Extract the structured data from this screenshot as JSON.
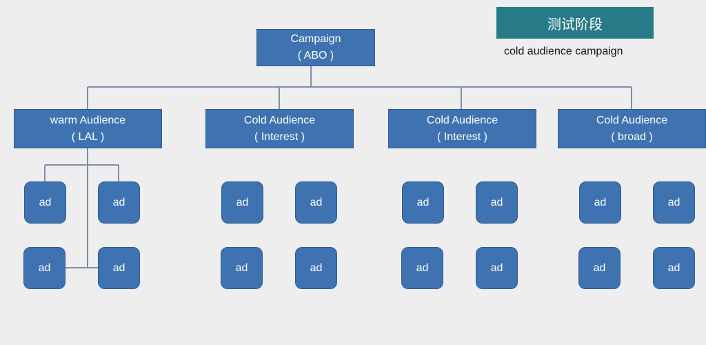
{
  "badge": {
    "label": "测试阶段",
    "color": "#277a87"
  },
  "subtitle": "cold audience campaign",
  "campaign": {
    "line1": "Campaign",
    "line2": "( ABO )"
  },
  "ad_sets": [
    {
      "line1": "warm Audience",
      "line2": "( LAL )"
    },
    {
      "line1": "Cold Audience",
      "line2": "( Interest )"
    },
    {
      "line1": "Cold Audience",
      "line2": "( Interest )"
    },
    {
      "line1": "Cold Audience",
      "line2": "( broad )"
    }
  ],
  "ad_label": "ad",
  "box_color": "#3f72b1"
}
